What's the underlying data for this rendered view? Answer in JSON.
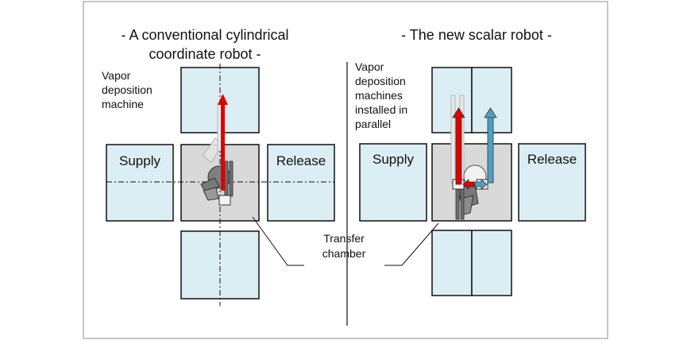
{
  "left_panel": {
    "title_line1": "- A conventional cylindrical",
    "title_line2": "coordinate robot -",
    "vapor_label": [
      "Vapor",
      "deposition",
      "machine"
    ],
    "supply_label": "Supply",
    "release_label": "Release"
  },
  "right_panel": {
    "title": "- The new scalar robot -",
    "vapor_label": [
      "Vapor",
      "deposition",
      "machines",
      "installed in",
      "parallel"
    ],
    "supply_label": "Supply",
    "release_label": "Release"
  },
  "transfer_label": [
    "Transfer",
    "chamber"
  ],
  "colors": {
    "chamber_fill": "#dbeef3",
    "transfer_fill": "#d9d9d9",
    "arrow_red": "#e00000",
    "arrow_blue": "#4fa0c0",
    "outline": "#111111"
  }
}
